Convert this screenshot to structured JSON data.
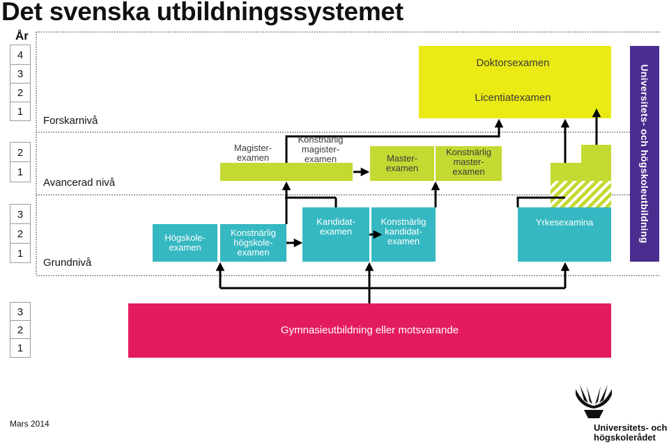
{
  "title": "Det svenska utbildningssystemet",
  "year_header": "År",
  "year_groups": [
    [
      "4",
      "3",
      "2",
      "1"
    ],
    [
      "2",
      "1"
    ],
    [
      "3",
      "2",
      "1"
    ],
    [
      "3",
      "2",
      "1"
    ]
  ],
  "levels": {
    "forskarniva": "Forskarnivå",
    "avancerad": "Avancerad nivå",
    "grundniva": "Grundnivå"
  },
  "boxes": {
    "doktorsexamen": "Doktorsexamen",
    "licentiatexamen": "Licentiatexamen",
    "magisterexamen": "Magister-\nexamen",
    "konstnarlig_magisterexamen": "Konstnärlig\nmagister-\nexamen",
    "masterexamen": "Master-\nexamen",
    "konstnarlig_masterexamen": "Konstnärlig\nmaster-\nexamen",
    "hogskoleexamen": "Högskole-\nexamen",
    "konstnarlig_hogskoleexamen": "Konstnärlig\nhögskole-\nexamen",
    "kandidatexamen": "Kandidat-\nexamen",
    "konstnarlig_kandidatexamen": "Konstnärlig\nkandidat-\nexamen",
    "yrkesexamina": "Yrkesexamina",
    "gymnasie": "Gymnasieutbildning eller motsvarande"
  },
  "side_label": "Universitets- och högskoleutbildning",
  "footer_date": "Mars 2014",
  "logo_text": "Universitets- och\nhögskolerådet",
  "colors": {
    "lime": "#c4d932",
    "yellow": "#eaea14",
    "teal": "#35b8c1",
    "magenta": "#e31b5f",
    "purple": "#4a2d8f"
  }
}
